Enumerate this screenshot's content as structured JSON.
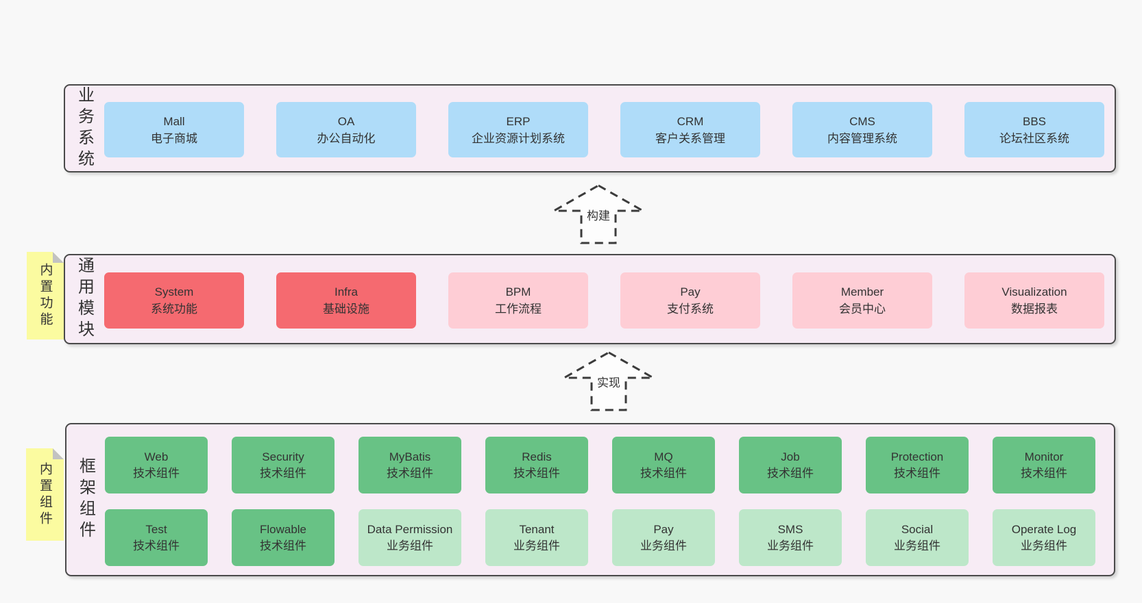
{
  "colors": {
    "page-bg": "#f8f8f8",
    "panel-bg": "#f7ecf5",
    "panel-border": "#4a4a4a",
    "box-blue": "#afdcf9",
    "box-red": "#f56a70",
    "box-pink": "#fecdd5",
    "box-green": "#68c285",
    "box-green-light": "#bde7c9",
    "note-yellow": "#fbfba0",
    "note-fold": "#c2c2c2",
    "text": "#333333",
    "arrow-stroke": "#3c3c3c"
  },
  "panels": {
    "business": {
      "label": "业务系统",
      "boxes": [
        {
          "en": "Mall",
          "zh": "电子商城"
        },
        {
          "en": "OA",
          "zh": "办公自动化"
        },
        {
          "en": "ERP",
          "zh": "企业资源计划系统"
        },
        {
          "en": "CRM",
          "zh": "客户关系管理"
        },
        {
          "en": "CMS",
          "zh": "内容管理系统"
        },
        {
          "en": "BBS",
          "zh": "论坛社区系统"
        }
      ]
    },
    "modules": {
      "label": "通用模块",
      "note": "内置功能",
      "boxes": [
        {
          "en": "System",
          "zh": "系统功能"
        },
        {
          "en": "Infra",
          "zh": "基础设施"
        },
        {
          "en": "BPM",
          "zh": "工作流程"
        },
        {
          "en": "Pay",
          "zh": "支付系统"
        },
        {
          "en": "Member",
          "zh": "会员中心"
        },
        {
          "en": "Visualization",
          "zh": "数据报表"
        }
      ]
    },
    "components": {
      "label": "框架组件",
      "note": "内置组件",
      "rows": [
        [
          {
            "en": "Web",
            "zh": "技术组件"
          },
          {
            "en": "Security",
            "zh": "技术组件"
          },
          {
            "en": "MyBatis",
            "zh": "技术组件"
          },
          {
            "en": "Redis",
            "zh": "技术组件"
          },
          {
            "en": "MQ",
            "zh": "技术组件"
          },
          {
            "en": "Job",
            "zh": "技术组件"
          },
          {
            "en": "Protection",
            "zh": "技术组件"
          },
          {
            "en": "Monitor",
            "zh": "技术组件"
          }
        ],
        [
          {
            "en": "Test",
            "zh": "技术组件"
          },
          {
            "en": "Flowable",
            "zh": "技术组件"
          },
          {
            "en": "Data Permission",
            "zh": "业务组件"
          },
          {
            "en": "Tenant",
            "zh": "业务组件"
          },
          {
            "en": "Pay",
            "zh": "业务组件"
          },
          {
            "en": "SMS",
            "zh": "业务组件"
          },
          {
            "en": "Social",
            "zh": "业务组件"
          },
          {
            "en": "Operate Log",
            "zh": "业务组件"
          }
        ]
      ]
    }
  },
  "arrows": [
    {
      "label": "构建"
    },
    {
      "label": "实现"
    }
  ]
}
